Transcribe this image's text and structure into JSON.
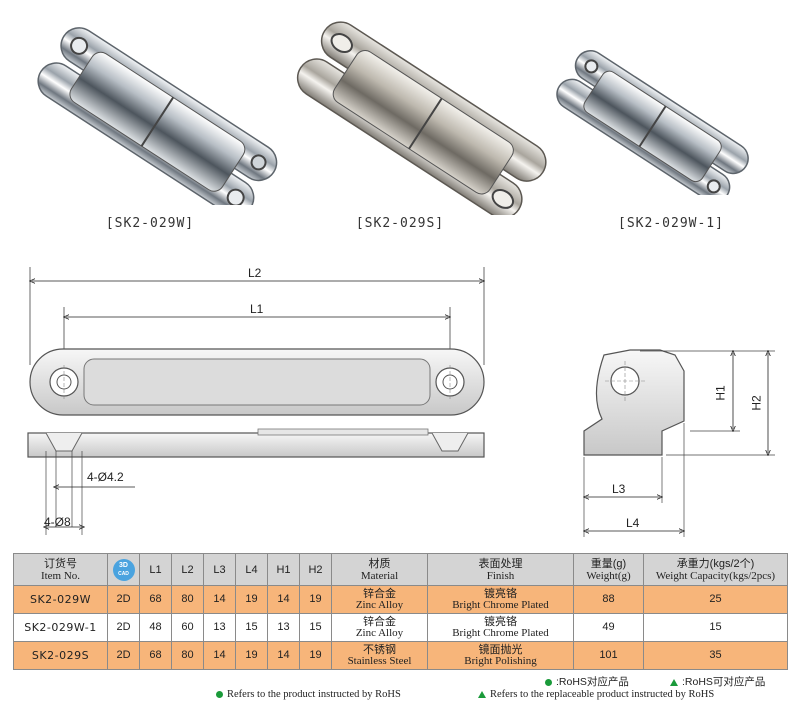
{
  "products": [
    {
      "caption": "[SK2-029W]"
    },
    {
      "caption": "[SK2-029S]"
    },
    {
      "caption": "[SK2-029W-1]"
    }
  ],
  "dimensions": {
    "L2": "L2",
    "L1": "L1",
    "H1": "H1",
    "H2": "H2",
    "L3": "L3",
    "L4": "L4",
    "hole1": "4-Ø4.2",
    "hole2": "4-Ø8"
  },
  "table": {
    "headers": {
      "item_cn": "订货号",
      "item_en": "Item No.",
      "cad_top": "3D",
      "cad_bottom": "CAD",
      "l1": "L1",
      "l2": "L2",
      "l3": "L3",
      "l4": "L4",
      "h1": "H1",
      "h2": "H2",
      "material_cn": "材质",
      "material_en": "Material",
      "finish_cn": "表面处理",
      "finish_en": "Finish",
      "weight_cn": "重量(g)",
      "weight_en": "Weight(g)",
      "capacity_cn": "承重力(kgs/2个)",
      "capacity_en": "Weight Capacity(kgs/2pcs)"
    },
    "rows": [
      {
        "item": "SK2-029W",
        "cad": "2D",
        "l1": "68",
        "l2": "80",
        "l3": "14",
        "l4": "19",
        "h1": "14",
        "h2": "19",
        "material_cn": "锌合金",
        "material_en": "Zinc Alloy",
        "finish_cn": "镀亮铬",
        "finish_en": "Bright Chrome Plated",
        "weight": "88",
        "capacity": "25"
      },
      {
        "item": "SK2-029W-1",
        "cad": "2D",
        "l1": "48",
        "l2": "60",
        "l3": "13",
        "l4": "15",
        "h1": "13",
        "h2": "15",
        "material_cn": "锌合金",
        "material_en": "Zinc Alloy",
        "finish_cn": "镀亮铬",
        "finish_en": "Bright Chrome Plated",
        "weight": "49",
        "capacity": "15"
      },
      {
        "item": "SK2-029S",
        "cad": "2D",
        "l1": "68",
        "l2": "80",
        "l3": "14",
        "l4": "19",
        "h1": "14",
        "h2": "19",
        "material_cn": "不锈钢",
        "material_en": "Stainless Steel",
        "finish_cn": "镜面抛光",
        "finish_en": "Bright Polishing",
        "weight": "101",
        "capacity": "35"
      }
    ]
  },
  "notes": {
    "rohs_cn": ":RoHS对应产品",
    "replace_cn": ":RoHS可对应产品",
    "rohs_en": "Refers to the product instructed by RoHS",
    "replace_en": "Refers to the replaceable product instructed by RoHS"
  },
  "colors": {
    "row_highlight": "#f7b57a",
    "header_bg": "#d4d4d4",
    "rohs_green": "#1a9a3a",
    "cad_blue": "#4aa3df"
  }
}
